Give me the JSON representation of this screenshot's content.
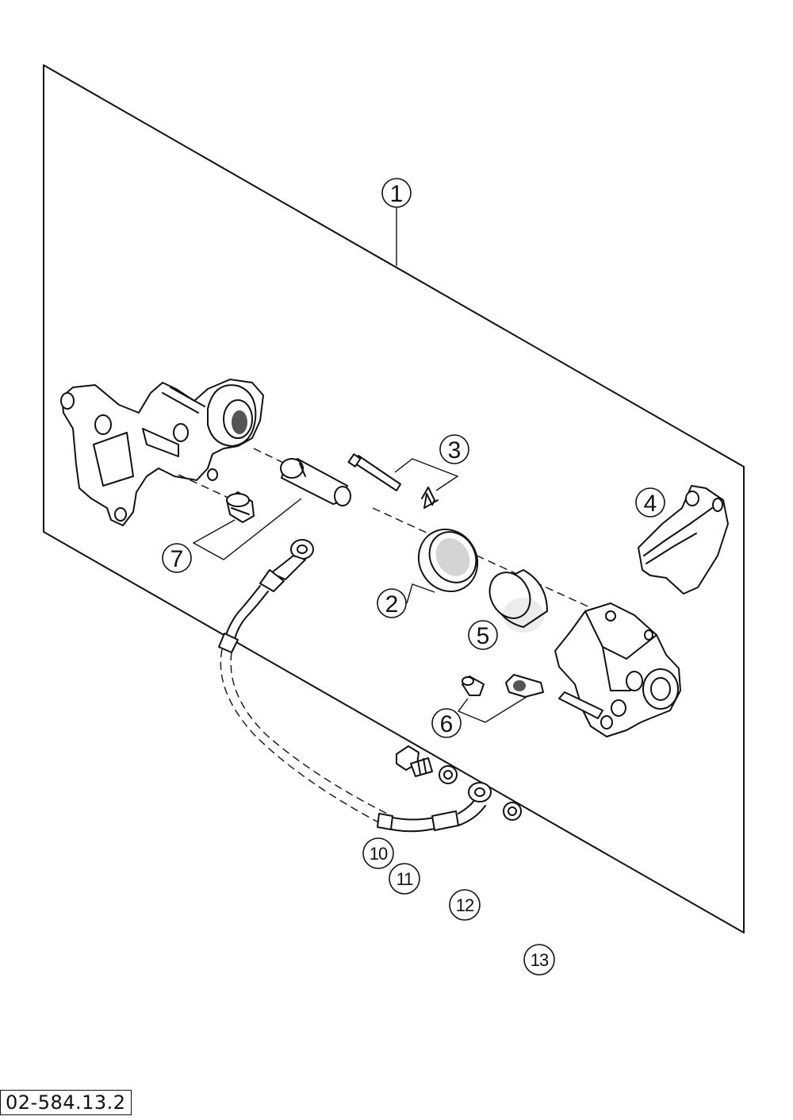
{
  "diagram": {
    "code": "02-584.13.2",
    "callouts": [
      {
        "id": "c1",
        "label": "1"
      },
      {
        "id": "c2",
        "label": "2"
      },
      {
        "id": "c3",
        "label": "3"
      },
      {
        "id": "c4",
        "label": "4"
      },
      {
        "id": "c5",
        "label": "5"
      },
      {
        "id": "c6",
        "label": "6"
      },
      {
        "id": "c7",
        "label": "7"
      },
      {
        "id": "c10",
        "label": "10"
      },
      {
        "id": "c11",
        "label": "11"
      },
      {
        "id": "c12",
        "label": "12"
      },
      {
        "id": "c13",
        "label": "13"
      }
    ]
  }
}
